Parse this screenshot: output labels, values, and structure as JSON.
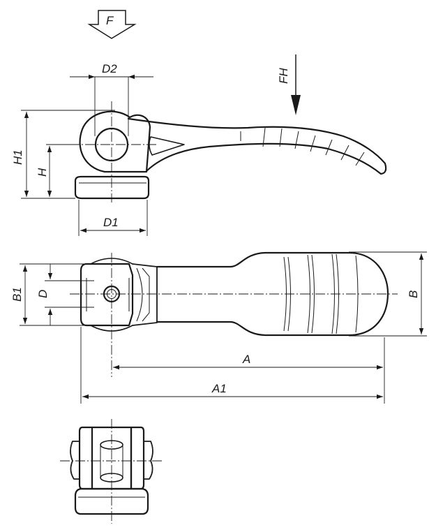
{
  "diagram": {
    "force_label": "F",
    "hand_force_label": "FH",
    "dimensions": {
      "D2": "D2",
      "H1": "H1",
      "H": "H",
      "D1": "D1",
      "B1": "B1",
      "D": "D",
      "B": "B",
      "A": "A",
      "A1": "A1"
    },
    "colors": {
      "line": "#1a1a1a",
      "background": "#ffffff"
    }
  }
}
